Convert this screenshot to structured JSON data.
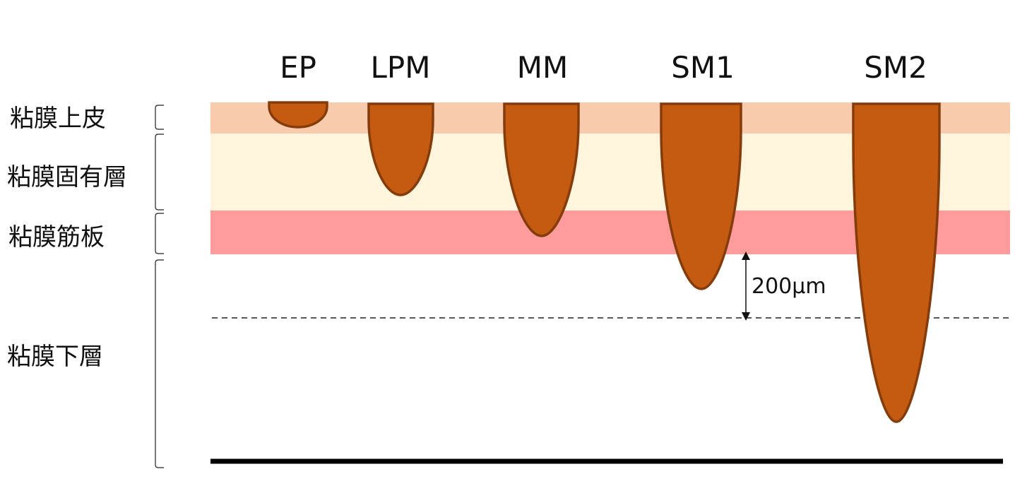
{
  "layers": [
    {
      "label": "粘膜上皮",
      "color": "#F7CBAC"
    },
    {
      "label": "粘膜固有層",
      "color": "#FFF5DC"
    },
    {
      "label": "粘膜筋板",
      "color": "#FF9B9B"
    },
    {
      "label": "粘膜下層",
      "color": "#FFFFFF"
    }
  ],
  "tumors": [
    {
      "label": "EP"
    },
    {
      "label": "LPM"
    },
    {
      "label": "MM"
    },
    {
      "label": "SM1"
    },
    {
      "label": "SM2"
    }
  ],
  "measurement": {
    "label": "200μm"
  },
  "colors": {
    "tumor_fill": "#C55A11",
    "tumor_stroke": "#843C0C",
    "base_line": "#000000"
  }
}
